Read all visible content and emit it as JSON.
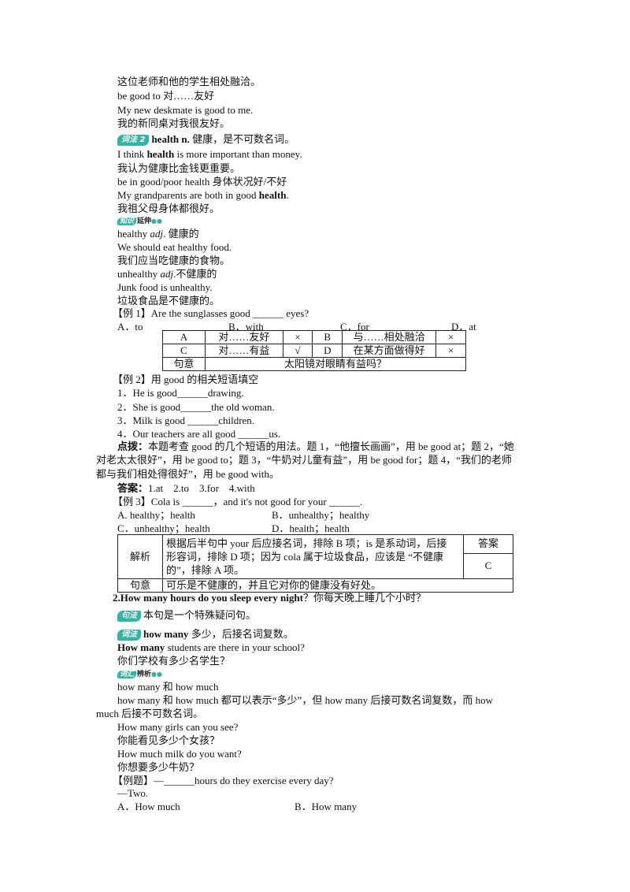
{
  "lines": {
    "l1": "这位老师和他的学生相处融洽。",
    "l2": "be good to 对……友好",
    "l3": "My new deskmate is good to me.",
    "l4": "我的新同桌对我很友好。",
    "v2_tag": "词法 2",
    "v2_word": "health n.",
    "v2_def": " 健康，是不可数名词。",
    "l6a": "I think ",
    "l6b": "health",
    "l6c": " is more important than money.",
    "l7": "我认为健康比金钱更重要。",
    "l8": "be in good/poor health 身体状况好/不好",
    "l9a": "My grandparents are both in good ",
    "l9b": "health",
    "l9c": ".",
    "l10": "我祖父母身体都很好。",
    "ext_tag_a": "知识",
    "ext_tag_b": "延伸",
    "l12a": "healthy ",
    "l12b": "adj",
    "l12c": ". 健康的",
    "l13": "We should eat healthy food.",
    "l14": "我们应当吃健康的食物。",
    "l15a": "unhealthy ",
    "l15b": "adj",
    "l15c": ".不健康的",
    "l16": "Junk food is unhealthy.",
    "l17": "垃圾食品是不健康的。",
    "ex1": "【例 1】Are the sunglasses good ______ eyes?",
    "ex1_a": "A．to",
    "ex1_b": "B．with",
    "ex1_c": "C．for",
    "ex1_d": "D．at",
    "ex2_title": "【例 2】用 good 的相关短语填空",
    "ex2_1": "1．He is good______drawing.",
    "ex2_2": "2．She is good______the old woman.",
    "ex2_3": "3．Milk is good ______children.",
    "ex2_4": "4．Our teachers are all good ______us.",
    "tip_label": "点拨：",
    "tip_1": "本题考查 good 的几个短语的用法。题 1，“他擅长画画”，用 be good at；题 2，“她",
    "tip_2": "对老太太很好”，用 be good to；题 3，“牛奶对儿童有益”，用 be good for；题 4，“我们的老师",
    "tip_3": "都与我们相处得很好”，用 be good with。",
    "ans_label": "答案：",
    "ans_text": "1.at　2.to　3.for　4.with",
    "ex3": "【例 3】Cola is ______，and it's not good for your ______.",
    "ex3_a": "A. healthy；health",
    "ex3_b": "B．unhealthy；healthy",
    "ex3_c": "C．unhealthy；health",
    "ex3_d": "D．health；health",
    "s2_a": "2.How many hours do you sleep every night",
    "s2_b": "？你每天晚上睡几个小时？",
    "jf_tag": "句法",
    "jf_text": "本句是一个特殊疑问句。",
    "cf_tag": "词法",
    "cf_word": "how many",
    "cf_text": " 多少，后接名词复数。",
    "l36a": "How many",
    "l36b": " students are there in your school?",
    "l37": "你们学校有多少名学生？",
    "hui_tag_a": "词汇",
    "hui_tag_b": "辨析",
    "l39": "how many 和 how much",
    "l40": "how many 和 how much 都可以表示“多少”，但 how many 后接可数名词复数，而 how",
    "l41": "much 后接不可数名词。",
    "l42": "How many girls can you see?",
    "l43": "你能看见多少个女孩？",
    "l44": "How much milk do you want?",
    "l45": "你想要多少牛奶？",
    "l46": "【例题】—______hours do they exercise every day?",
    "l47": "—Two.",
    "l48_a": "A．How much",
    "l48_b": "B．How many"
  },
  "table1": {
    "r1": [
      "A",
      "对……友好",
      "×",
      "B",
      "与……相处融洽",
      "×"
    ],
    "r2": [
      "C",
      "对……有益",
      "√",
      "D",
      "在某方面做得好",
      "×"
    ],
    "r3": [
      "句意",
      "太阳镜对眼睛有益吗？"
    ]
  },
  "table2": {
    "label_jx": "解析",
    "jx_text_1": "根据后半句中 your 后应接名词，排除 B 项；is 是系动词，后接",
    "jx_text_2": "形容词，排除 D 项；因为 cola 属于垃圾食品，应该是 “不健康",
    "jx_text_3": "的”，排除 A 项。",
    "label_ans": "答案",
    "ans": "C",
    "label_yi": "句意",
    "yi_text": "可乐是不健康的，并且它对你的健康没有好处。"
  }
}
